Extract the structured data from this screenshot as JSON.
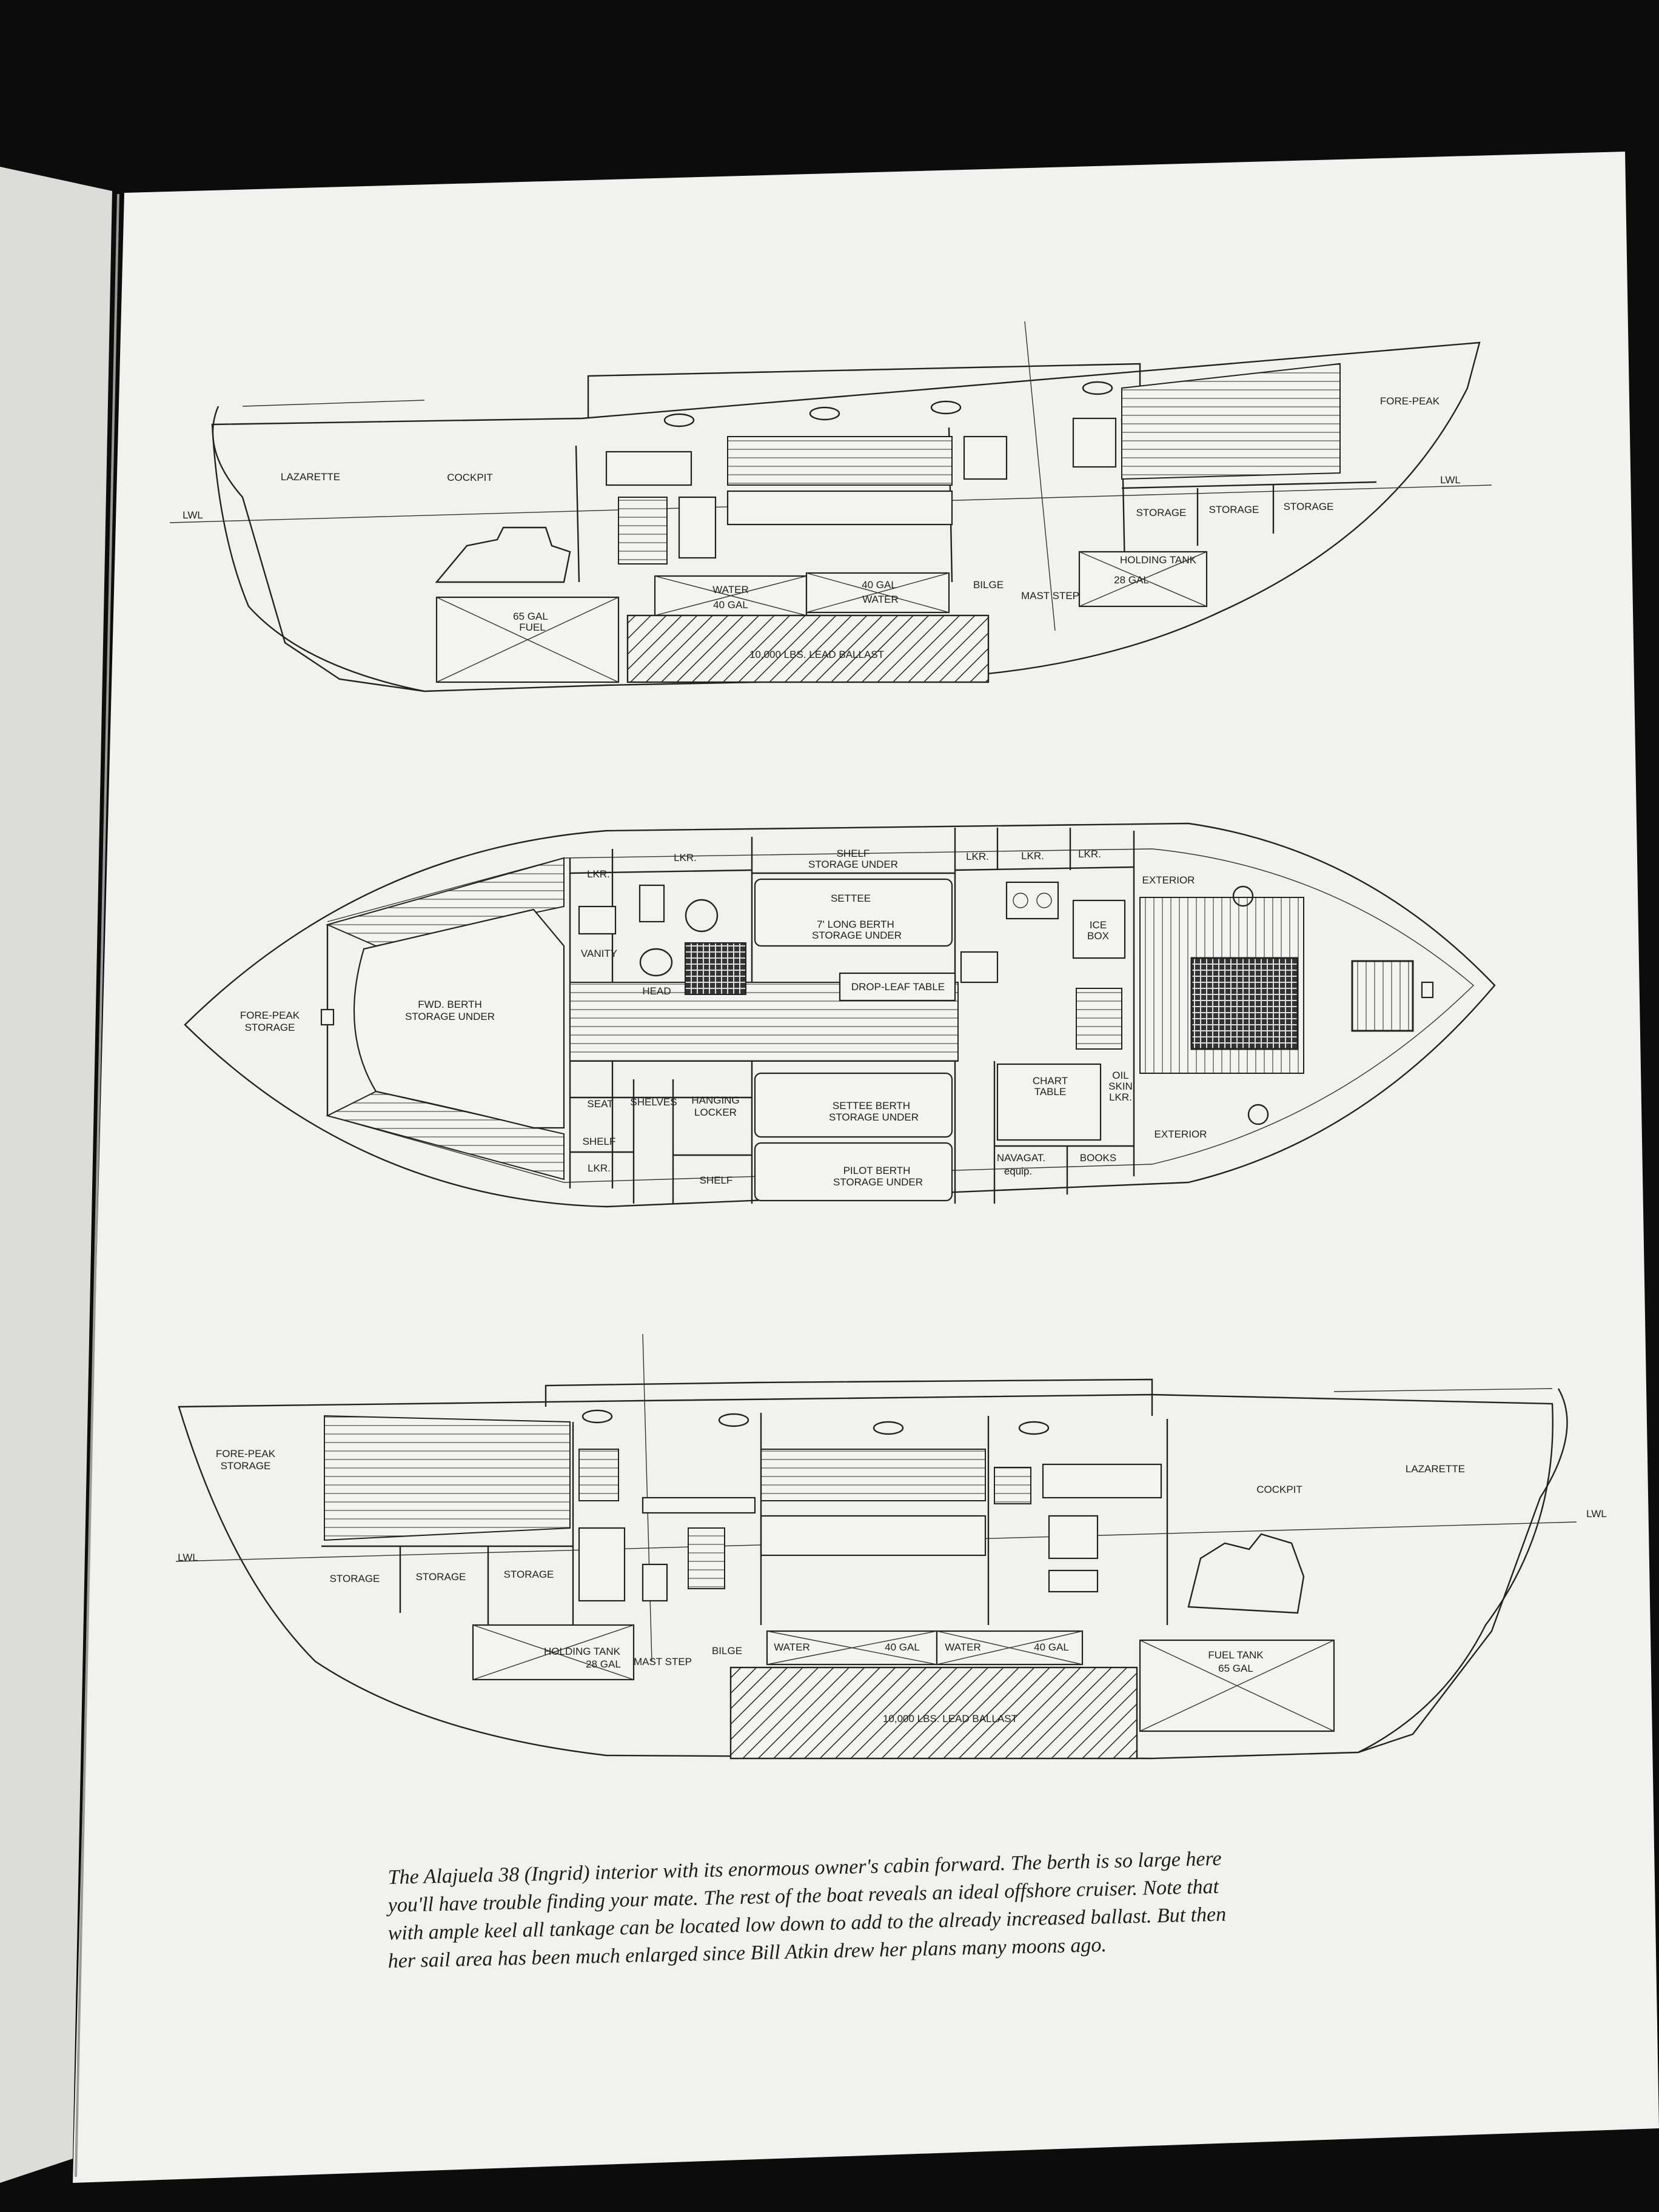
{
  "profile_top": {
    "labels": {
      "lazarette": "LAZARETTE",
      "cockpit": "COCKPIT",
      "fore_peak": "FORE-PEAK",
      "lwl_left": "LWL",
      "lwl_right": "LWL",
      "storage_1": "STORAGE",
      "storage_2": "STORAGE",
      "storage_3": "STORAGE",
      "fuel_a": "65 GAL",
      "fuel_b": "FUEL",
      "water_1a": "WATER",
      "water_1b": "40 GAL",
      "water_2a": "40 GAL",
      "water_2b": "WATER",
      "bilge": "BILGE",
      "mast_step": "MAST STEP",
      "holding_a": "HOLDING TANK",
      "holding_b": "28 GAL",
      "ballast": "10,000 LBS. LEAD BALLAST"
    }
  },
  "plan": {
    "labels": {
      "fore_peak_a": "FORE-PEAK",
      "fore_peak_b": "STORAGE",
      "fwd_berth_a": "FWD. BERTH",
      "fwd_berth_b": "STORAGE UNDER",
      "lkr_1": "LKR.",
      "lkr_2": "LKR.",
      "lkr_3": "LKR.",
      "lkr_4": "LKR.",
      "lkr_5": "LKR.",
      "lkr_6": "LKR.",
      "shelf_a": "SHELF",
      "shelf_b": "STORAGE UNDER",
      "settee": "SETTEE",
      "long_berth_a": "7' LONG BERTH",
      "long_berth_b": "STORAGE UNDER",
      "vanity": "VANITY",
      "head": "HEAD",
      "drop_leaf": "DROP-LEAF TABLE",
      "ice_a": "ICE",
      "ice_b": "BOX",
      "exterior_1": "EXTERIOR",
      "exterior_2": "EXTERIOR",
      "seat": "SEAT",
      "shelves": "SHELVES",
      "hanging_a": "HANGING",
      "hanging_b": "LOCKER",
      "shelf_2": "SHELF",
      "shelf_3": "SHELF",
      "settee_berth_a": "SETTEE BERTH",
      "settee_berth_b": "STORAGE UNDER",
      "pilot_berth_a": "PILOT BERTH",
      "pilot_berth_b": "STORAGE UNDER",
      "chart_a": "CHART",
      "chart_b": "TABLE",
      "oil_a": "OIL",
      "oil_b": "SKIN",
      "oil_c": "LKR.",
      "navagat_a": "NAVAGAT.",
      "navagat_b": "equip.",
      "books": "BOOKS"
    }
  },
  "profile_bottom": {
    "labels": {
      "fore_peak_a": "FORE-PEAK",
      "fore_peak_b": "STORAGE",
      "lazarette": "LAZARETTE",
      "cockpit": "COCKPIT",
      "lwl_left": "LWL",
      "lwl_right": "LWL",
      "storage_1": "STORAGE",
      "storage_2": "STORAGE",
      "storage_3": "STORAGE",
      "holding_a": "HOLDING TANK",
      "holding_b": "28 GAL",
      "mast_step": "MAST STEP",
      "bilge": "BILGE",
      "water_1": "WATER",
      "gal_1": "40 GAL",
      "water_2": "WATER",
      "gal_2": "40 GAL",
      "fuel_a": "FUEL TANK",
      "fuel_b": "65 GAL",
      "ballast": "10,000 LBS. LEAD BALLAST"
    }
  },
  "caption": {
    "line1": "The Alajuela 38 (Ingrid) interior with its enormous owner's cabin forward. The berth is so large here",
    "line2": "you'll have trouble finding your mate. The rest of the boat reveals an ideal offshore cruiser. Note that",
    "line3": "with ample keel all tankage can be located low down to add to the already increased ballast. But then",
    "line4": "her sail area has been much enlarged since Bill Atkin drew her plans many moons ago."
  }
}
